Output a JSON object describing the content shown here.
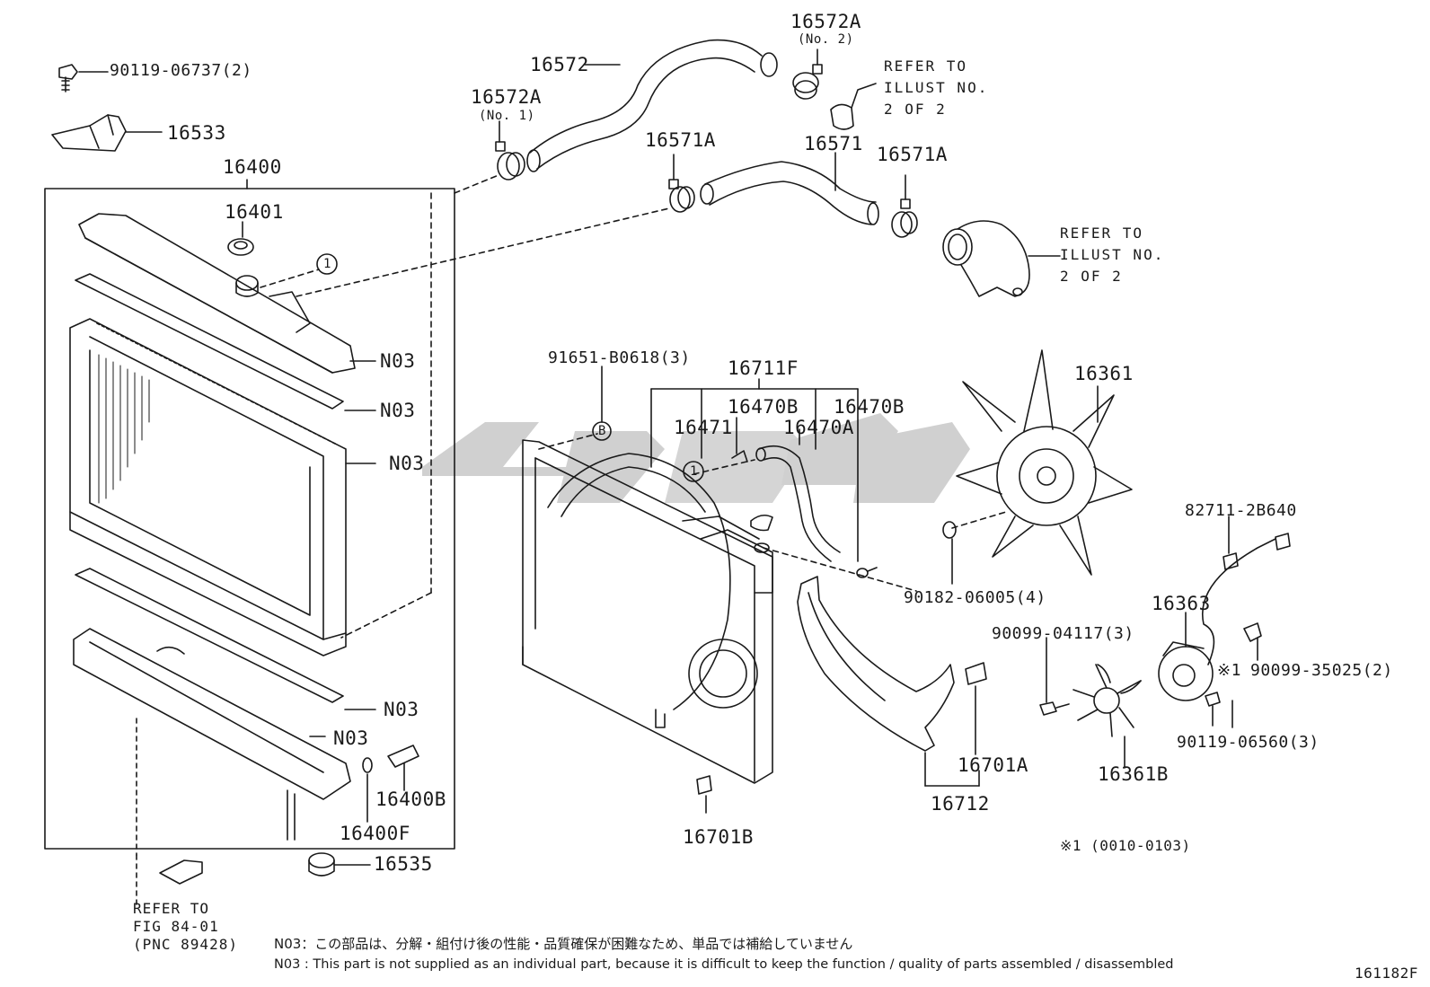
{
  "figure_id": "161182F",
  "labels": {
    "p90119_06737": "90119-06737(2)",
    "p16533": "16533",
    "p16400": "16400",
    "p16401": "16401",
    "p16572": "16572",
    "p16572a_1": "16572A",
    "p16572a_1_note": "(No. 1)",
    "p16572a_2": "16572A",
    "p16572a_2_note": "(No. 2)",
    "p16571a_left": "16571A",
    "p16571": "16571",
    "p16571a_right": "16571A",
    "n03_1": "N03",
    "n03_2": "N03",
    "n03_3": "N03",
    "n03_4": "N03",
    "n03_5": "N03",
    "p16400b": "16400B",
    "p16400f": "16400F",
    "p16535": "16535",
    "p91651": "91651-B0618(3)",
    "p16711f": "16711F",
    "p16470b_left": "16470B",
    "p16470b_right": "16470B",
    "p16471": "16471",
    "p16470a": "16470A",
    "p16361": "16361",
    "p90182": "90182-06005(4)",
    "p82711": "82711-2B640",
    "p16363": "16363",
    "p90099_04117": "90099-04117(3)",
    "p90099_35025": "90099-35025(2)",
    "p90099_35025_mark": "※1",
    "p90119_06560": "90119-06560(3)",
    "p16361b": "16361B",
    "p16701a": "16701A",
    "p16712": "16712",
    "p16701b": "16701B",
    "date_note": "※1 (0010-0103)",
    "circle_1": "1",
    "circle_b": "B"
  },
  "refers": {
    "top_right": [
      "REFER TO",
      "ILLUST NO.",
      "2 OF 2"
    ],
    "mid_right": [
      "REFER TO",
      "ILLUST NO.",
      "2 OF 2"
    ],
    "bottom_left": [
      "REFER TO",
      "FIG 84-01",
      "(PNC 89428)"
    ]
  },
  "notes": {
    "jp": "N03：この部品は、分解・組付け後の性能・品質確保が困難なため、単品では補給していません",
    "en": "N03 : This part is not supplied as an individual part, because it is difficult to keep the function / quality of parts assembled / disassembled"
  },
  "colors": {
    "line": "#1a1a1a",
    "watermark": "#c8c8c8"
  }
}
